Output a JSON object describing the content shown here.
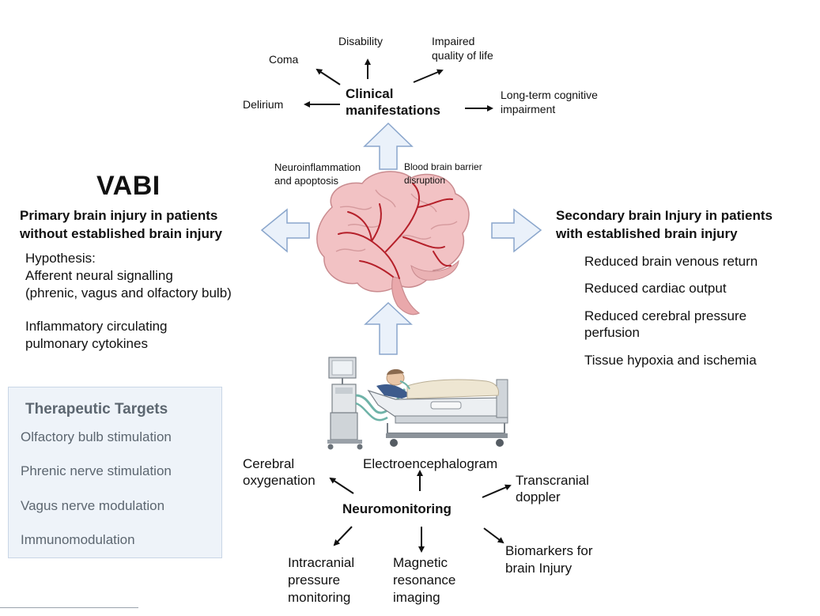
{
  "title": "VABI",
  "clinical": {
    "heading": "Clinical\nmanifestations",
    "coma": "Coma",
    "disability": "Disability",
    "impaired_qol": "Impaired\nquality of life",
    "delirium": "Delirium",
    "cognitive": "Long-term cognitive\nimpairment"
  },
  "mechanisms": {
    "neuroinflammation": "Neuroinflammation\nand apoptosis",
    "bbb": "Blood brain barrier\ndisruption"
  },
  "primary": {
    "heading": "Primary brain injury in patients\nwithout established brain injury",
    "hypothesis": "Hypothesis:\nAfferent neural signalling\n(phrenic, vagus and olfactory bulb)",
    "inflammatory": "Inflammatory circulating\npulmonary cytokines"
  },
  "secondary": {
    "heading": "Secondary brain Injury in patients\nwith established brain injury",
    "items": [
      "Reduced brain venous return",
      "Reduced cardiac output",
      "Reduced cerebral pressure\nperfusion",
      "Tissue hypoxia and ischemia"
    ]
  },
  "therapeutic": {
    "title": "Therapeutic Targets",
    "items": [
      "Olfactory bulb stimulation",
      "Phrenic nerve stimulation",
      "Vagus nerve modulation",
      "Immunomodulation"
    ]
  },
  "neuromonitoring": {
    "heading": "Neuromonitoring",
    "cerebral_oxygenation": "Cerebral\noxygenation",
    "eeg": "Electroencephalogram",
    "tcd": "Transcranial\ndoppler",
    "icp": "Intracranial\npressure\nmonitoring",
    "mri": "Magnetic\nresonance\nimaging",
    "biomarkers": "Biomarkers for\nbrain Injury"
  },
  "colors": {
    "block_arrow_fill": "#eaf1fa",
    "block_arrow_stroke": "#8aa6cc",
    "brain_fill": "#f2c2c4",
    "brain_vessels": "#b5202a",
    "therapeutic_box": "#eef3f9",
    "therapeutic_text": "#5c6670"
  },
  "icons": [
    "brain-illustration",
    "ventilator-icon",
    "hospital-bed-icon",
    "patient-icon"
  ]
}
